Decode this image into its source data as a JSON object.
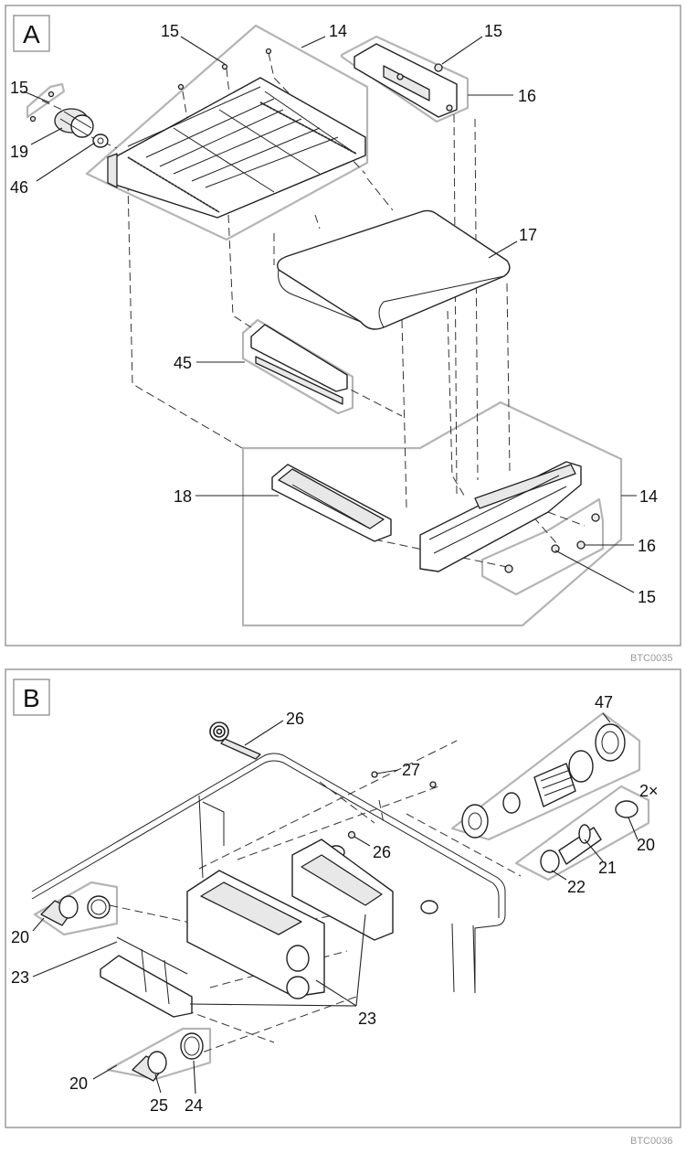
{
  "panels": [
    {
      "letter": "A",
      "code": "BTC0035",
      "labels": [
        {
          "id": "a-15-top",
          "text": "15"
        },
        {
          "id": "a-14-top",
          "text": "14"
        },
        {
          "id": "a-15-right",
          "text": "15"
        },
        {
          "id": "a-16-right",
          "text": "16"
        },
        {
          "id": "a-15-left",
          "text": "15"
        },
        {
          "id": "a-19",
          "text": "19"
        },
        {
          "id": "a-46",
          "text": "46"
        },
        {
          "id": "a-17",
          "text": "17"
        },
        {
          "id": "a-45",
          "text": "45"
        },
        {
          "id": "a-18",
          "text": "18"
        },
        {
          "id": "a-14-bottom",
          "text": "14"
        },
        {
          "id": "a-16-bottom",
          "text": "16"
        },
        {
          "id": "a-15-bottom",
          "text": "15"
        }
      ]
    },
    {
      "letter": "B",
      "code": "BTC0036",
      "labels": [
        {
          "id": "b-47",
          "text": "47"
        },
        {
          "id": "b-26-top",
          "text": "26"
        },
        {
          "id": "b-27",
          "text": "27"
        },
        {
          "id": "b-2x",
          "text": "2×"
        },
        {
          "id": "b-20-right",
          "text": "20"
        },
        {
          "id": "b-26-mid",
          "text": "26"
        },
        {
          "id": "b-21",
          "text": "21"
        },
        {
          "id": "b-22",
          "text": "22"
        },
        {
          "id": "b-20-left",
          "text": "20"
        },
        {
          "id": "b-23-left",
          "text": "23"
        },
        {
          "id": "b-23-right",
          "text": "23"
        },
        {
          "id": "b-20-bottom",
          "text": "20"
        },
        {
          "id": "b-25",
          "text": "25"
        },
        {
          "id": "b-24",
          "text": "24"
        }
      ]
    }
  ]
}
